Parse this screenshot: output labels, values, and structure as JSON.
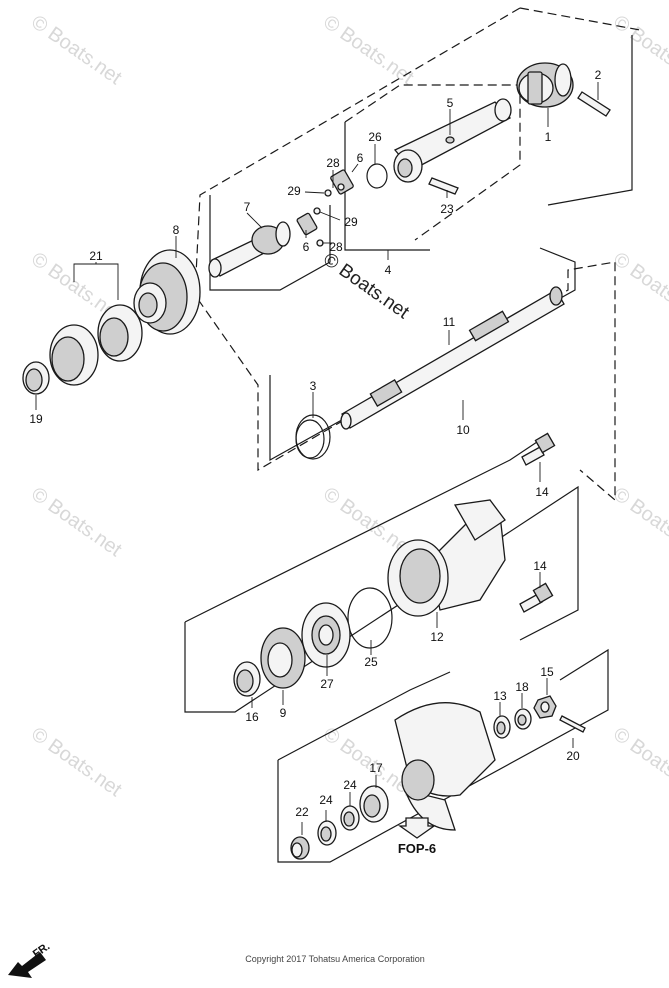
{
  "watermark": "© Boats.net",
  "copyright": "Copyright 2017 Tohatsu America Corporation",
  "fop_label": "FOP-6",
  "direction_label": "FR.",
  "callouts": [
    {
      "id": "c1",
      "text": "1"
    },
    {
      "id": "c2",
      "text": "2"
    },
    {
      "id": "c3",
      "text": "3"
    },
    {
      "id": "c4",
      "text": "4"
    },
    {
      "id": "c5",
      "text": "5"
    },
    {
      "id": "c6a",
      "text": "6"
    },
    {
      "id": "c6b",
      "text": "6"
    },
    {
      "id": "c7",
      "text": "7"
    },
    {
      "id": "c8",
      "text": "8"
    },
    {
      "id": "c9",
      "text": "9"
    },
    {
      "id": "c10",
      "text": "10"
    },
    {
      "id": "c11",
      "text": "11"
    },
    {
      "id": "c12",
      "text": "12"
    },
    {
      "id": "c13",
      "text": "13"
    },
    {
      "id": "c14a",
      "text": "14"
    },
    {
      "id": "c14b",
      "text": "14"
    },
    {
      "id": "c15",
      "text": "15"
    },
    {
      "id": "c16",
      "text": "16"
    },
    {
      "id": "c17",
      "text": "17"
    },
    {
      "id": "c18",
      "text": "18"
    },
    {
      "id": "c19",
      "text": "19"
    },
    {
      "id": "c20",
      "text": "20"
    },
    {
      "id": "c21",
      "text": "21"
    },
    {
      "id": "c22",
      "text": "22"
    },
    {
      "id": "c23",
      "text": "23"
    },
    {
      "id": "c24a",
      "text": "24"
    },
    {
      "id": "c24b",
      "text": "24"
    },
    {
      "id": "c25",
      "text": "25"
    },
    {
      "id": "c26",
      "text": "26"
    },
    {
      "id": "c27",
      "text": "27"
    },
    {
      "id": "c28a",
      "text": "28"
    },
    {
      "id": "c28b",
      "text": "28"
    },
    {
      "id": "c29a",
      "text": "29"
    },
    {
      "id": "c29b",
      "text": "29"
    }
  ]
}
